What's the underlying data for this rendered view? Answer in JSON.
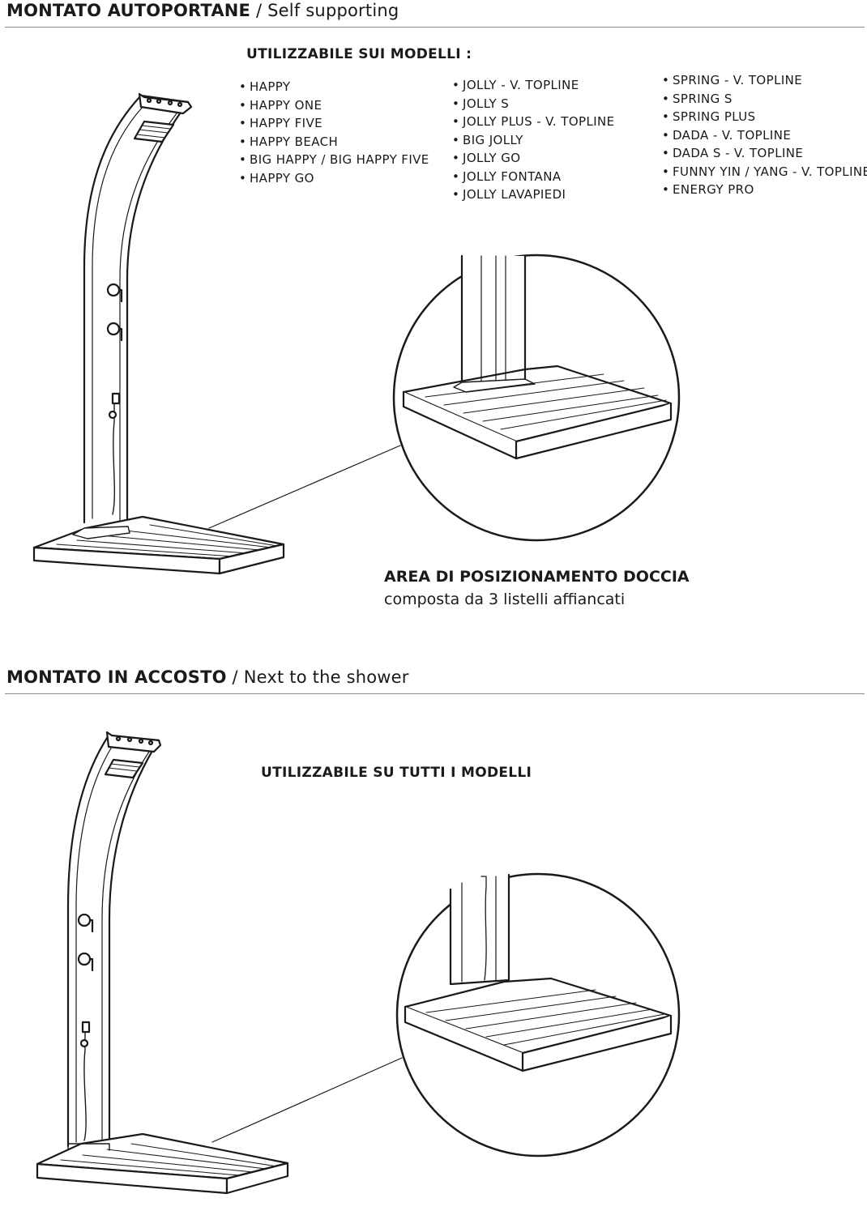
{
  "section1": {
    "title_strong": "MONTATO AUTOPORTANE",
    "title_light": " / Self supporting",
    "heading": "UTILIZZABILE SUI MODELLI :",
    "models_col1": [
      "HAPPY",
      "HAPPY ONE",
      "HAPPY FIVE",
      "HAPPY BEACH",
      "BIG HAPPY / BIG HAPPY FIVE",
      "HAPPY GO"
    ],
    "models_col2": [
      "JOLLY - V. TOPLINE",
      "JOLLY S",
      "JOLLY PLUS - V. TOPLINE",
      "BIG JOLLY",
      "JOLLY GO",
      "JOLLY FONTANA",
      "JOLLY LAVAPIEDI"
    ],
    "models_col3": [
      "SPRING - V. TOPLINE",
      "SPRING S",
      "SPRING PLUS",
      "DADA  - V. TOPLINE",
      "DADA S - V. TOPLINE",
      "FUNNY YIN / YANG - V. TOPLINE",
      "ENERGY PRO"
    ],
    "area_title": "AREA DI POSIZIONAMENTO DOCCIA",
    "area_subtitle": "composta da 3 listelli affiancati"
  },
  "section2": {
    "title_strong": "MONTATO IN ACCOSTO",
    "title_light": " / Next to the shower",
    "heading": "UTILIZZABILE SU TUTTI I MODELLI"
  }
}
